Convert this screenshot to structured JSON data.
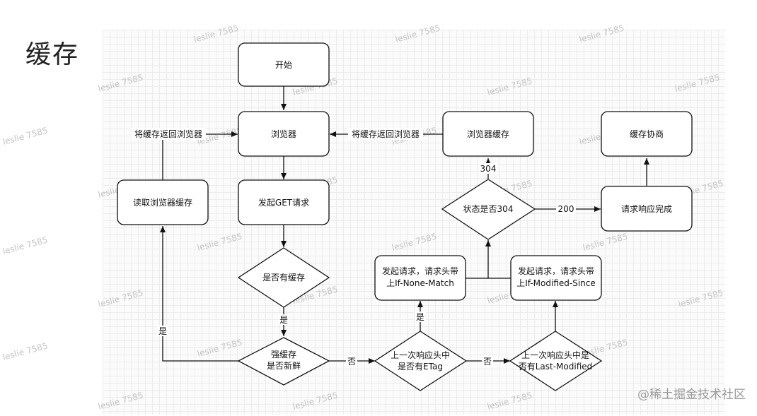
{
  "title": "缓存",
  "watermark": "leslie 7585",
  "credit": "@稀土掘金技术社区",
  "nodes": {
    "start": "开始",
    "browser": "浏览器",
    "send_get": "发起GET请求",
    "has_cache": "是否有缓存",
    "strong_cache": [
      "强缓存",
      "是否新鲜"
    ],
    "read_cache": "读取浏览器缓存",
    "etag_check": [
      "上一次响应头中",
      "是否有ETag"
    ],
    "lastmod_check": [
      "上一次响应头中是",
      "否有Last-Modified"
    ],
    "req_etag": [
      "发起请求，请求头带",
      "上If-None-Match"
    ],
    "req_lastmod": [
      "发起请求，请求头带",
      "上If-Modified-Since"
    ],
    "status_304": "状态是否304",
    "browser_cache": "浏览器缓存",
    "req_done": "请求响应完成",
    "cache_negotiation": "缓存协商"
  },
  "edges": {
    "return_left": "将缓存返回浏览器",
    "return_right": "将缓存返回浏览器",
    "yes_has_cache": "是",
    "yes_fresh": "是",
    "no_fresh": "否",
    "yes_etag": "是",
    "no_etag": "否",
    "code_304": "304",
    "code_200": "200"
  }
}
